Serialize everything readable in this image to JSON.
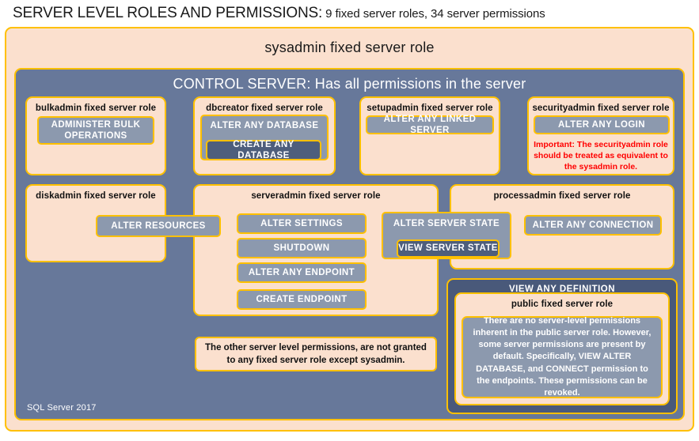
{
  "title": {
    "strong": "SERVER LEVEL ROLES AND PERMISSIONS:",
    "rest": " 9 fixed server roles, 34 server permissions"
  },
  "sysadmin": {
    "label": "sysadmin fixed server role"
  },
  "control_server": {
    "label": "CONTROL SERVER: Has all permissions in the server"
  },
  "footer": {
    "label": "SQL Server 2017"
  },
  "colors": {
    "border": "#FFC000",
    "peach": "#FBE0CE",
    "slate": "#67789A",
    "slate_dark": "#49597A",
    "permission": "#8C99AE",
    "permission_dark": "#4E5E7C",
    "warning_text": "#FF0000"
  },
  "roles": {
    "bulkadmin": {
      "label": "bulkadmin fixed server role",
      "permissions": [
        "ADMINISTER  BULK OPERATIONS"
      ]
    },
    "dbcreator": {
      "label": "dbcreator fixed server role",
      "permissions": [
        "ALTER ANY DATABASE",
        "CREATE  ANY DATABASE"
      ]
    },
    "setupadmin": {
      "label": "setupadmin fixed server role",
      "permissions": [
        "ALTER ANY LINKED SERVER"
      ]
    },
    "securityadmin": {
      "label": "securityadmin fixed server role",
      "permissions": [
        "ALTER ANY LOGIN"
      ],
      "warning": "Important:  The securityadmin role should  be treated as equivalent to the sysadmin role."
    },
    "diskadmin": {
      "label": "diskadmin fixed server role",
      "permissions": [
        "ALTER RESOURCES"
      ]
    },
    "serveradmin": {
      "label": "serveradmin fixed server role",
      "permissions": [
        "ALTER SETTINGS",
        "SHUTDOWN",
        "ALTER ANY ENDPOINT",
        "CREATE  ENDPOINT",
        "ALTER SERVER STATE",
        "VIEW SERVER STATE"
      ]
    },
    "processadmin": {
      "label": "processadmin fixed server role",
      "permissions": [
        "ALTER ANY CONNECTION"
      ]
    },
    "public": {
      "outer_permission": "VIEW ANY DEFINITION",
      "label": "public  fixed server role",
      "body": "There are no server-level permissions inherent in the public server role. However, some server permissions are present by default. Specifically, VIEW ALTER DATABASE, and CONNECT permission to the endpoints. These permissions can be revoked."
    }
  },
  "notes": {
    "other_permissions": "The other server level permissions, are not granted to any fixed server role except sysadmin."
  }
}
